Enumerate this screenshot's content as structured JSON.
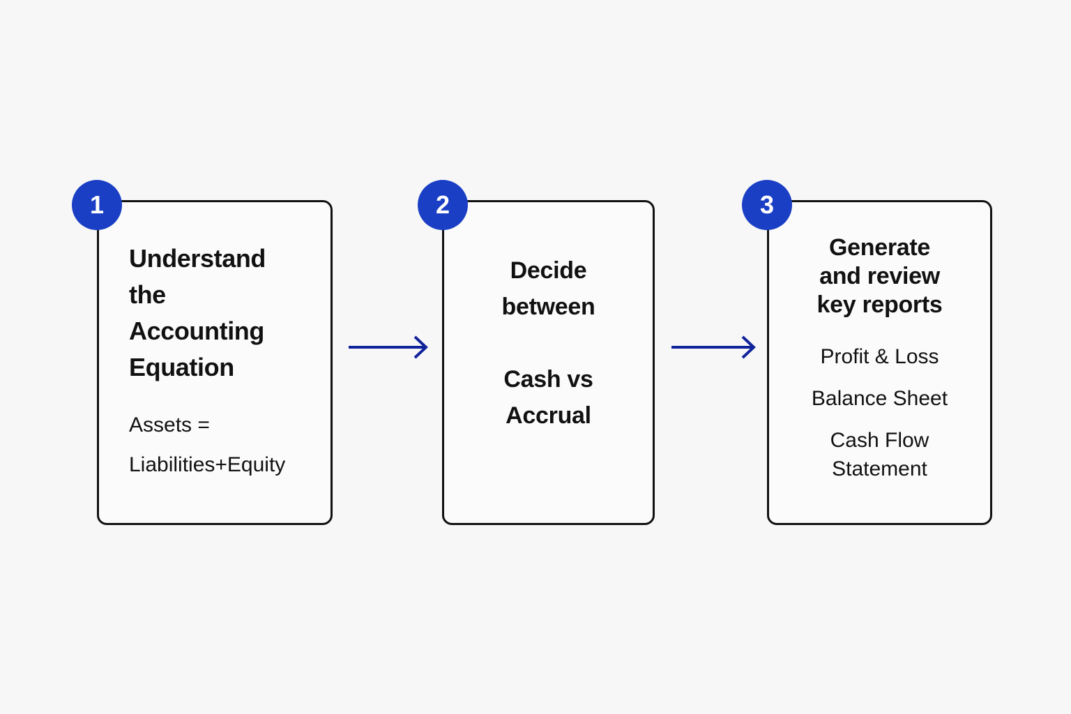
{
  "theme": {
    "background": "#f7f7f8",
    "card_fill": "#fbfbfc",
    "card_border": "#111111",
    "badge_blue": "#1a3fc4",
    "arrow_blue": "#11239b",
    "text": "#111111"
  },
  "diagram": {
    "type": "process-flow",
    "orientation": "horizontal",
    "step_count": 3,
    "steps": [
      {
        "number": "1",
        "heading": "Understand\nthe\nAccounting\nEquation",
        "subtext": "Assets =\nLiabilities+Equity",
        "align": "left",
        "items": []
      },
      {
        "number": "2",
        "heading": "Decide\nbetween\n\nCash vs\nAccrual",
        "subtext": "",
        "align": "center",
        "items": []
      },
      {
        "number": "3",
        "heading": "Generate\nand review\nkey reports",
        "subtext": "",
        "align": "center",
        "items": [
          "Profit & Loss",
          "Balance Sheet",
          "Cash Flow\nStatement"
        ]
      }
    ],
    "connectors": [
      {
        "name": "arrow-step1-to-step2",
        "from": "1",
        "to": "2",
        "glyph": "right-arrow"
      },
      {
        "name": "arrow-step2-to-step3",
        "from": "2",
        "to": "3",
        "glyph": "right-arrow"
      }
    ]
  }
}
